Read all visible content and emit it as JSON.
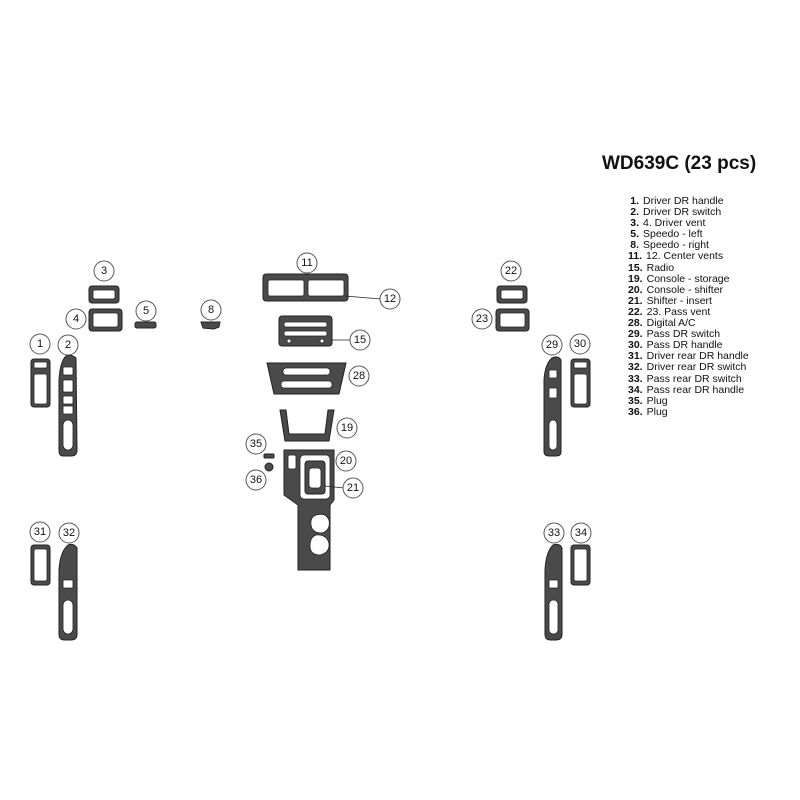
{
  "title": "WD639C (23 pcs)",
  "legend": [
    {
      "num": "1.",
      "text": "Driver DR handle"
    },
    {
      "num": "2.",
      "text": "Driver DR switch"
    },
    {
      "num": "3.",
      "text": "4. Driver  vent"
    },
    {
      "num": "5.",
      "text": "Speedo - left"
    },
    {
      "num": "8.",
      "text": "Speedo - right"
    },
    {
      "num": "11.",
      "text": "12. Center  vents"
    },
    {
      "num": "15.",
      "text": "Radio"
    },
    {
      "num": "19.",
      "text": "Console - storage"
    },
    {
      "num": "20.",
      "text": "Console - shifter"
    },
    {
      "num": "21.",
      "text": "Shifter - insert"
    },
    {
      "num": "22.",
      "text": "23. Pass  vent"
    },
    {
      "num": "28.",
      "text": "Digital A/C"
    },
    {
      "num": "29.",
      "text": "Pass DR switch"
    },
    {
      "num": "30.",
      "text": "Pass DR handle"
    },
    {
      "num": "31.",
      "text": "Driver  rear DR handle"
    },
    {
      "num": "32.",
      "text": "Driver  rear DR switch"
    },
    {
      "num": "33.",
      "text": "Pass rear DR switch"
    },
    {
      "num": "34.",
      "text": "Pass rear DR handle"
    },
    {
      "num": "35.",
      "text": "Plug"
    },
    {
      "num": "36.",
      "text": "Plug"
    }
  ],
  "callouts": {
    "c1": "1",
    "c2": "2",
    "c3": "3",
    "c4": "4",
    "c5": "5",
    "c8": "8",
    "c11": "11",
    "c12": "12",
    "c15": "15",
    "c19": "19",
    "c20": "20",
    "c21": "21",
    "c22": "22",
    "c23": "23",
    "c28": "28",
    "c29": "29",
    "c30": "30",
    "c31": "31",
    "c32": "32",
    "c33": "33",
    "c34": "34",
    "c35": "35",
    "c36": "36"
  },
  "colors": {
    "piece": "#4a4a4a",
    "outline": "#222222",
    "background": "#ffffff"
  }
}
